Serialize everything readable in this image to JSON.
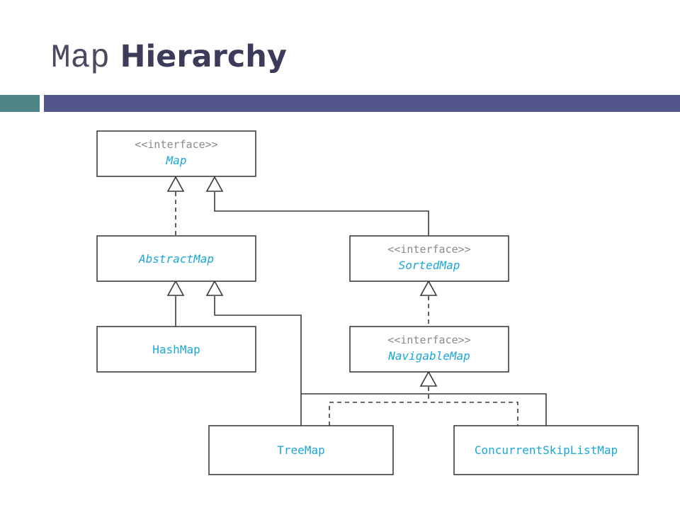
{
  "slide": {
    "title_mono": "Map",
    "title_bold": "Hierarchy",
    "accent_colors": {
      "teal": "#4d8586",
      "navy": "#54558a"
    }
  },
  "diagram": {
    "stereotype": "<<interface>>",
    "nodes": {
      "map": {
        "label": "Map",
        "interface": true
      },
      "abstract_map": {
        "label": "AbstractMap",
        "interface": false,
        "abstract": true
      },
      "sorted_map": {
        "label": "SortedMap",
        "interface": true
      },
      "hash_map": {
        "label": "HashMap",
        "interface": false
      },
      "navigable_map": {
        "label": "NavigableMap",
        "interface": true
      },
      "tree_map": {
        "label": "TreeMap",
        "interface": false
      },
      "concurrent_skip_list_map": {
        "label": "ConcurrentSkipListMap",
        "interface": false
      }
    },
    "label_color": "#1aa7d8",
    "stereotype_color": "#8a8a8a"
  }
}
